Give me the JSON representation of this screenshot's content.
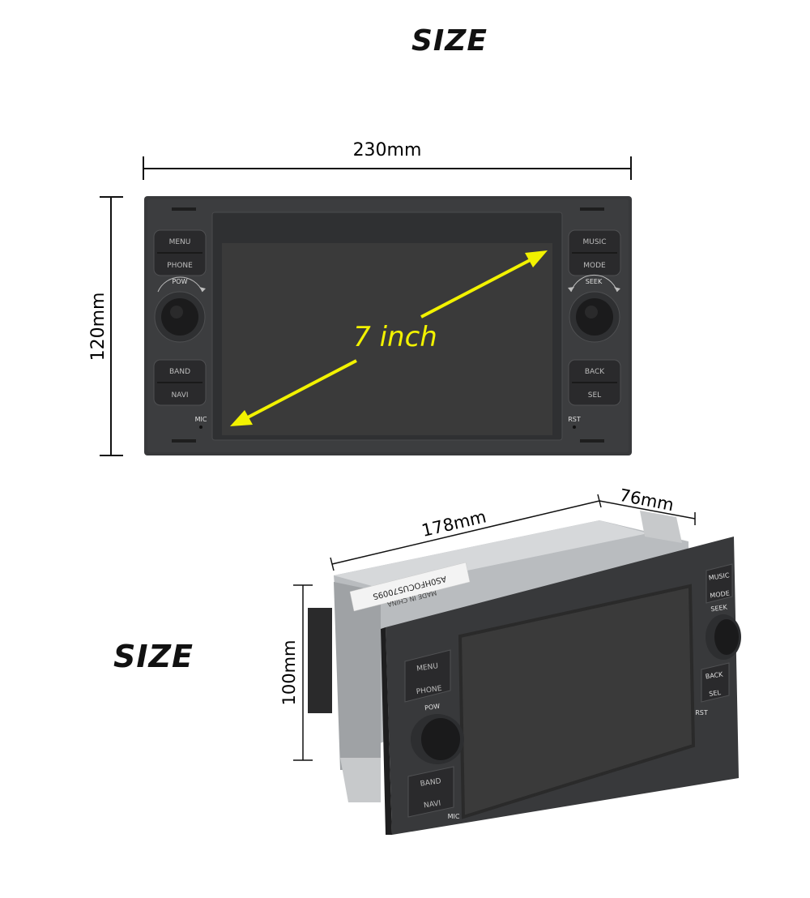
{
  "headings": {
    "top": "SIZE",
    "side": "SIZE"
  },
  "dimensions": {
    "width": "230mm",
    "height": "120mm",
    "depth_long": "178mm",
    "depth_short": "76mm",
    "height_side": "100mm"
  },
  "screen": {
    "label": "7 inch"
  },
  "front_buttons": {
    "left_top_a": "MENU",
    "left_top_b": "PHONE",
    "left_knob": "POW",
    "left_bottom_a": "BAND",
    "left_bottom_b": "NAVI",
    "right_top_a": "MUSIC",
    "right_top_b": "MODE",
    "right_knob": "SEEK",
    "right_bottom_a": "BACK",
    "right_bottom_b": "SEL",
    "mic": "MIC",
    "rst": "RST"
  },
  "side_view": {
    "sticker_line1": "AS0HFOCUS7009S",
    "sticker_line2": "MADE IN CHINA",
    "btn_menu": "MENU",
    "btn_phone": "PHONE",
    "knob_pow": "POW",
    "btn_band": "BAND",
    "btn_navi": "NAVI",
    "btn_music": "MUSIC",
    "btn_mode": "MODE",
    "knob_seek": "SEEK",
    "btn_back": "BACK",
    "btn_sel": "SEL",
    "rst": "RST",
    "mic": "MIC"
  },
  "colors": {
    "bezel": "#38393b",
    "screen": "#3a3a3a",
    "arrow": "#f2f200",
    "dimension_line": "#111111"
  }
}
